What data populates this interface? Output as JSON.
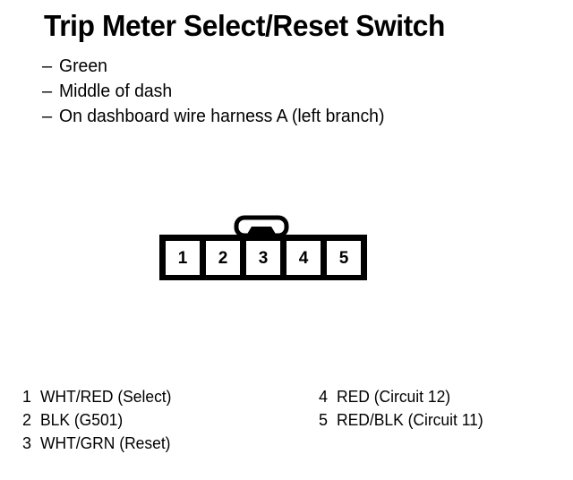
{
  "document": {
    "title": "Trip Meter Select/Reset Switch",
    "ink_color": "#000000",
    "background_color": "#ffffff"
  },
  "description_bullets": [
    {
      "dash": "–",
      "text": "Green"
    },
    {
      "dash": "–",
      "text": "Middle of dash"
    },
    {
      "dash": "–",
      "text": "On dashboard wire harness A (left branch)"
    }
  ],
  "connector": {
    "cavity_count": 5,
    "cavities": [
      {
        "number": "1"
      },
      {
        "number": "2"
      },
      {
        "number": "3"
      },
      {
        "number": "4"
      },
      {
        "number": "5"
      }
    ],
    "latch_position": "top-center-above-cavity-3"
  },
  "pin_legend": {
    "left_column": [
      {
        "pin": "1",
        "wire": "WHT/RED (Select)"
      },
      {
        "pin": "2",
        "wire": "BLK (G501)"
      },
      {
        "pin": "3",
        "wire": "WHT/GRN (Reset)"
      }
    ],
    "right_column": [
      {
        "pin": "4",
        "wire": "RED (Circuit 12)"
      },
      {
        "pin": "5",
        "wire": "RED/BLK (Circuit 11)"
      }
    ]
  }
}
